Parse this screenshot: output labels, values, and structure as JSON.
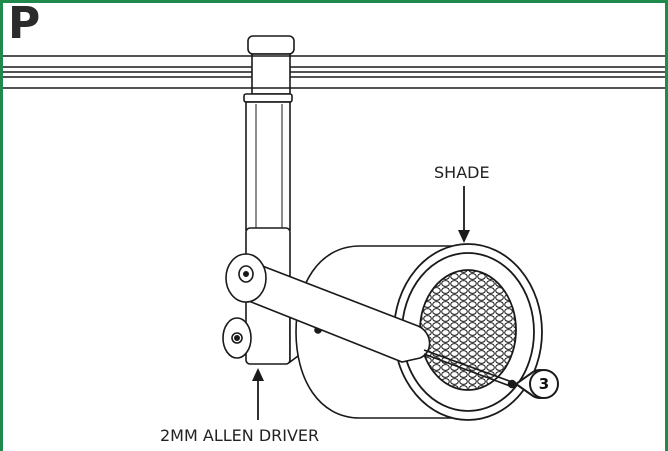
{
  "panel": {
    "letter": "P"
  },
  "labels": {
    "shade": "SHADE",
    "driver": "2MM ALLEN DRIVER"
  },
  "callout": {
    "number": "3"
  },
  "colors": {
    "frame": "#1f8a4c",
    "line": "#1a1a1a"
  }
}
